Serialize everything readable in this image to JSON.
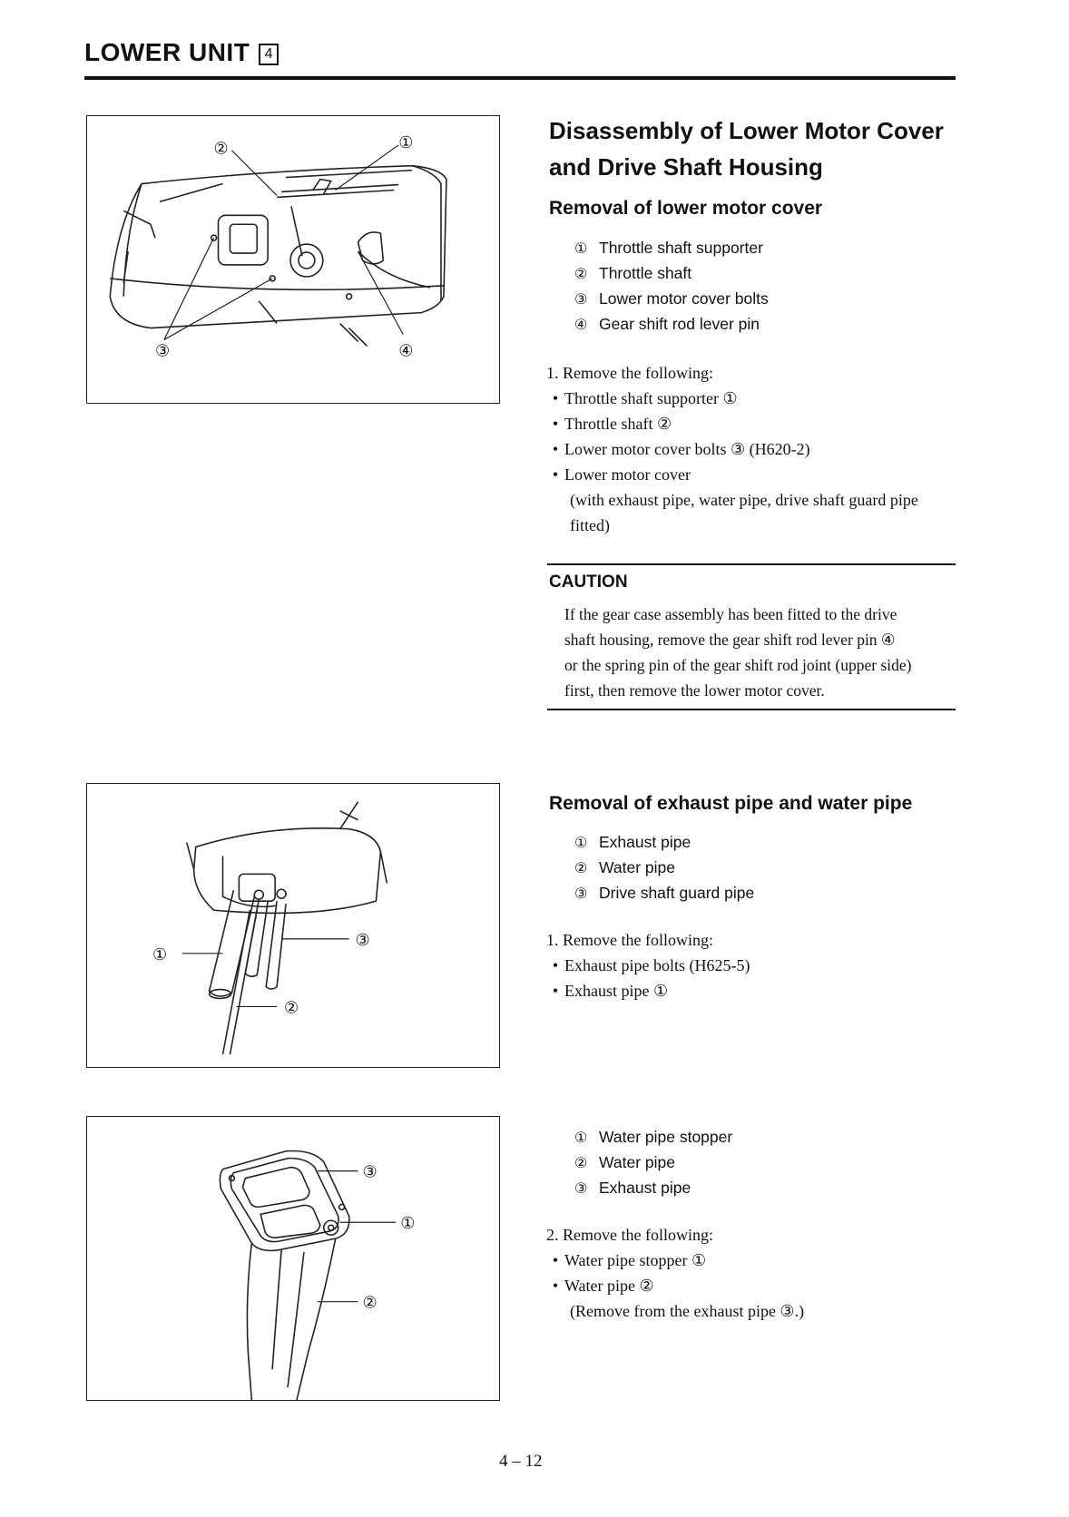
{
  "header": {
    "title": "LOWER UNIT",
    "chapter": "4"
  },
  "section1": {
    "title_line1": "Disassembly of Lower Motor Cover",
    "title_line2": "and Drive Shaft Housing",
    "subtitle": "Removal of lower motor cover",
    "legend": [
      {
        "num": "①",
        "text": "Throttle shaft supporter"
      },
      {
        "num": "②",
        "text": "Throttle shaft"
      },
      {
        "num": "③",
        "text": "Lower motor cover bolts"
      },
      {
        "num": "④",
        "text": "Gear shift rod lever pin"
      }
    ],
    "step_intro": "1.  Remove the following:",
    "bullets": [
      "Throttle shaft supporter ①",
      "Throttle shaft ②",
      "Lower motor cover bolts ③ (H620-2)",
      "Lower motor cover"
    ],
    "note_line1": "(with exhaust pipe, water pipe, drive shaft guard pipe",
    "note_line2": "fitted)"
  },
  "caution": {
    "label": "CAUTION",
    "lines": [
      "If the gear case assembly has been fitted to the drive",
      "shaft housing, remove the gear shift rod lever pin ④",
      "or the spring pin of the gear shift rod joint (upper side)",
      "first, then remove the lower motor cover."
    ]
  },
  "section2": {
    "subtitle": "Removal of exhaust pipe and water pipe",
    "legend": [
      {
        "num": "①",
        "text": "Exhaust pipe"
      },
      {
        "num": "②",
        "text": "Water pipe"
      },
      {
        "num": "③",
        "text": "Drive shaft guard pipe"
      }
    ],
    "step_intro": "1.  Remove the following:",
    "bullets": [
      "Exhaust pipe bolts (H625-5)",
      "Exhaust pipe ①"
    ]
  },
  "section3": {
    "legend": [
      {
        "num": "①",
        "text": "Water pipe stopper"
      },
      {
        "num": "②",
        "text": "Water pipe"
      },
      {
        "num": "③",
        "text": "Exhaust pipe"
      }
    ],
    "step_intro": "2.  Remove the following:",
    "bullets": [
      "Water pipe stopper ①",
      "Water pipe ②"
    ],
    "note": "(Remove from the exhaust pipe ③.)"
  },
  "figures": {
    "fig1_callouts": [
      "②",
      "①",
      "③",
      "④"
    ],
    "fig2_callouts": [
      "①",
      "③",
      "②"
    ],
    "fig3_callouts": [
      "③",
      "①",
      "②"
    ]
  },
  "footer": {
    "page": "4 – 12"
  }
}
